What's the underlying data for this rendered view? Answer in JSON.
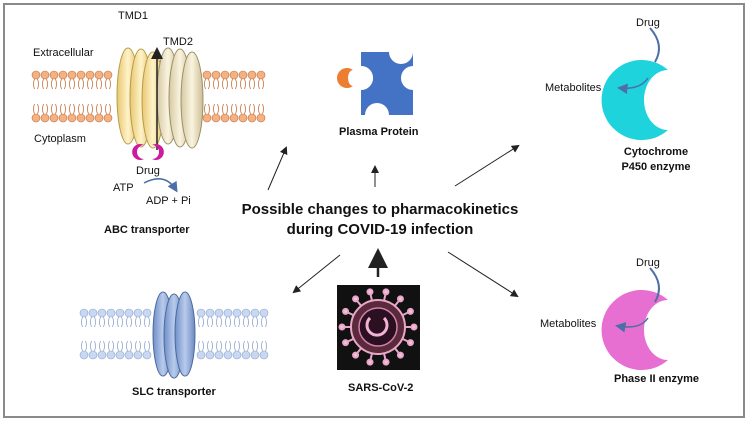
{
  "center": {
    "title_line1": "Possible changes to pharmacokinetics",
    "title_line2": "during COVID-19 infection"
  },
  "abc": {
    "extracellular": "Extracellular",
    "cytoplasm": "Cytoplasm",
    "tmd1": "TMD1",
    "tmd2": "TMD2",
    "drug": "Drug",
    "atp": "ATP",
    "adp": "ADP + Pi",
    "caption": "ABC transporter"
  },
  "plasma": {
    "caption": "Plasma Protein"
  },
  "cyp": {
    "drug": "Drug",
    "metabolites": "Metabolites",
    "caption_line1": "Cytochrome",
    "caption_line2": "P450 enzyme"
  },
  "phase2": {
    "drug": "Drug",
    "metabolites": "Metabolites",
    "caption": "Phase II enzyme"
  },
  "slc": {
    "caption": "SLC transporter"
  },
  "virus": {
    "caption": "SARS-CoV-2"
  },
  "colors": {
    "plasma_blue": "#4472c4",
    "drug_orange": "#ed7d31",
    "cyp_cyan": "#1fd3dd",
    "phase2_pink": "#e86fd2",
    "lipid_orange": "#f4b183",
    "lipid_blue": "#c9d8f2",
    "drug_magenta": "#cc1b9c",
    "tmd_yellow": "#fae5a0",
    "slc_blue": "#8fa9d9"
  }
}
